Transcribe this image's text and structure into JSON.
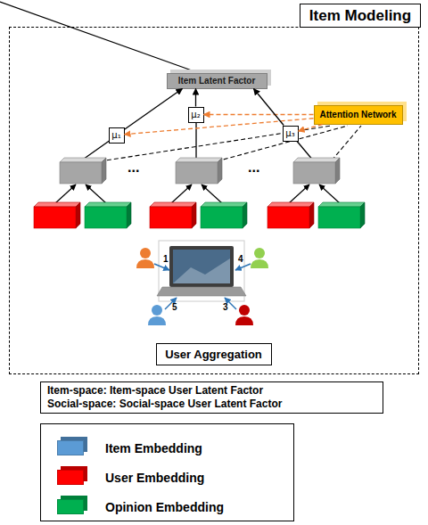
{
  "diagram": {
    "nodes": [
      {
        "text": [
          "Item Modeling"
        ]
      },
      {
        "text": [
          "Item Latent Factor"
        ],
        "in": 0
      },
      {
        "text": [
          "μ₁"
        ],
        "in": 0
      },
      {
        "text": [
          "μ₂"
        ],
        "in": 0
      },
      {
        "text": [
          "μ₃"
        ],
        "in": 0
      },
      {
        "text": [
          "Attention Network"
        ],
        "in": 0
      },
      {
        "text": [
          "User Aggregation"
        ],
        "in": 0
      },
      {
        "text": [
          "Item-space: Item-space User Latent Factor",
          "Social-space: Social-space User Latent Factor"
        ]
      }
    ],
    "edges": [
      {
        "from": 5,
        "to": 4,
        "arrow": "to"
      },
      {
        "from": 5,
        "to": 3,
        "arrow": "to"
      },
      {
        "from": 5,
        "to": 2,
        "arrow": "to"
      },
      {
        "from": 2,
        "to": 1,
        "arrow": "to"
      },
      {
        "from": 3,
        "to": 1,
        "arrow": "to"
      },
      {
        "from": 4,
        "to": 1,
        "arrow": "to"
      }
    ],
    "labels": [
      "...",
      "...",
      "1",
      "4",
      "5",
      "3"
    ],
    "legend": [
      {
        "text": "Item Embedding",
        "color": "#5b9bd5"
      },
      {
        "text": "User Embedding",
        "color": "#ff0000"
      },
      {
        "text": "Opinion Embedding",
        "color": "#00b050"
      }
    ]
  }
}
